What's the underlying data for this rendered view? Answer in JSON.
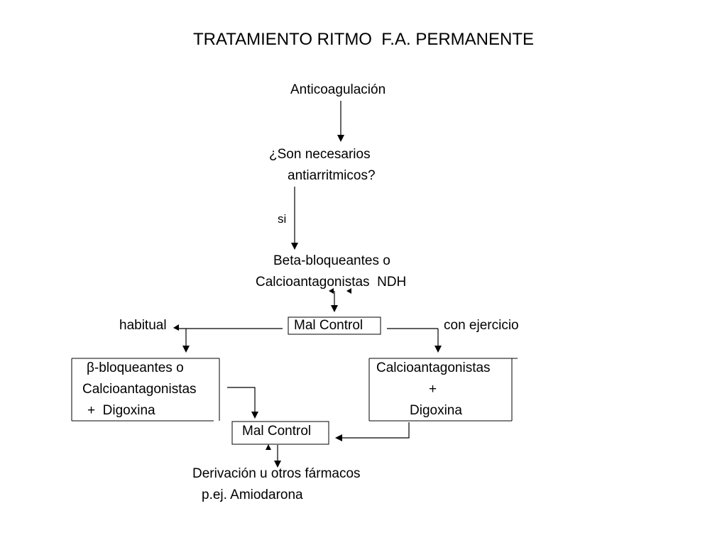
{
  "title": "TRATAMIENTO RITMO  F.A. PERMANENTE",
  "nodes": {
    "anticoagulacion": "Anticoagulación",
    "question_line1": "¿Son necesarios",
    "question_line2": "antiarritmicos?",
    "si_label": "si",
    "betabloq_line1": "Beta-bloqueantes o",
    "betabloq_line2": "Calcioantagonistas  NDH",
    "habitual": "habitual",
    "mal_control_1": "Mal Control",
    "con_ejercicio": "con ejercicio",
    "left_box_line1": "β-bloqueantes o",
    "left_box_line2": "Calcioantagonistas",
    "left_box_line3": "+  Digoxina",
    "right_box_line1": "Calcioantagonistas",
    "right_box_line2": "+",
    "right_box_line3": "Digoxina",
    "mal_control_2": "Mal Control",
    "derivacion_line1": "Derivación u otros fármacos",
    "derivacion_line2": "p.ej. Amiodarona"
  }
}
